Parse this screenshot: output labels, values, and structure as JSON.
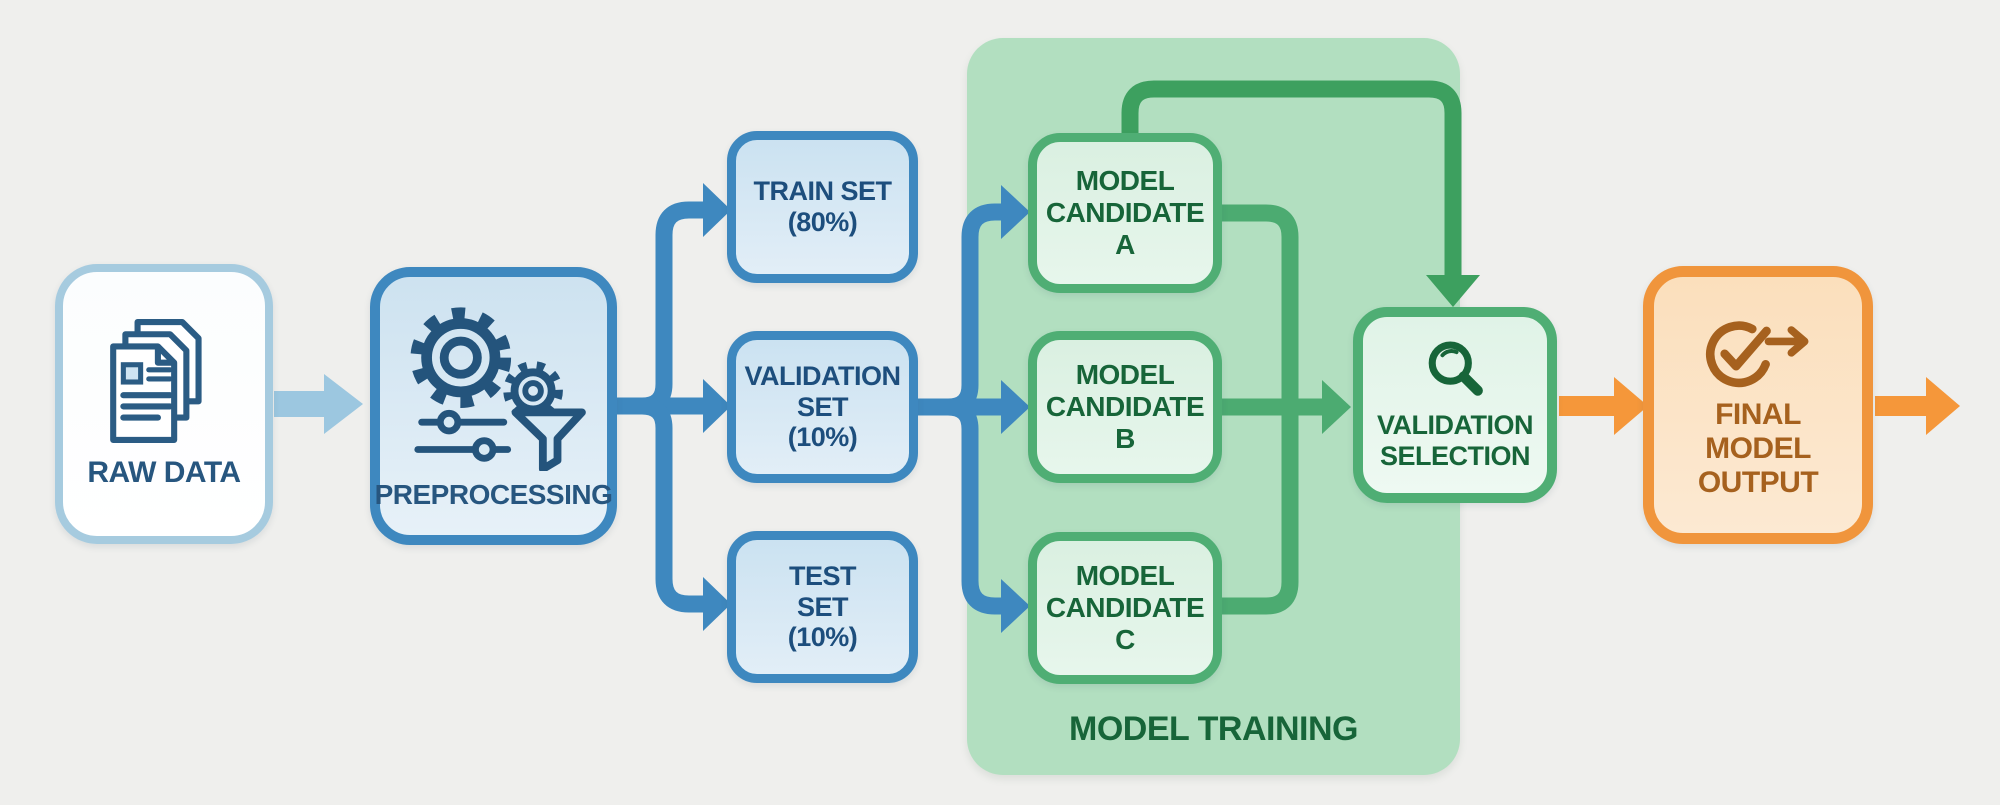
{
  "colors": {
    "canvas_bg": "#efefed",
    "blue": "#3e88bf",
    "light_blue_arrow": "#9cc7e0",
    "navy_text": "#27567f",
    "raw_border": "#a6cbdf",
    "blue_fill_a": "#cbe2f1",
    "blue_fill_b": "#e2eef7",
    "green": "#4cab71",
    "loop_green": "#3da05f",
    "green_border": "#4fae74",
    "green_region": "#b2dfc0",
    "green_fill": "#ddf1e3",
    "dark_green_text": "#176539",
    "orange": "#f5973a",
    "orange_border": "#f0953c",
    "orange_fill": "#fbe1c0",
    "brown_text": "#a6611e"
  },
  "nodes": {
    "raw_data": {
      "label": "RAW DATA",
      "icon": "documents-icon"
    },
    "preprocessing": {
      "label": "PREPROCESSING",
      "icon": "gears-funnel-icon"
    },
    "train_set": {
      "lines": [
        "TRAIN SET",
        "(80%)"
      ]
    },
    "validation_set": {
      "lines": [
        "VALIDATION",
        "SET",
        "(10%)"
      ]
    },
    "test_set": {
      "lines": [
        "TEST",
        "SET",
        "(10%)"
      ]
    },
    "model_candidate_a": {
      "lines": [
        "MODEL",
        "CANDIDATE",
        "A"
      ]
    },
    "model_candidate_b": {
      "lines": [
        "MODEL",
        "CANDIDATE",
        "B"
      ]
    },
    "model_candidate_c": {
      "lines": [
        "MODEL",
        "CANDIDATE",
        "C"
      ]
    },
    "validation_selection": {
      "lines": [
        "VALIDATION",
        "SELECTION"
      ],
      "icon": "magnifier-icon"
    },
    "final_model_output": {
      "lines": [
        "FINAL",
        "MODEL",
        "OUTPUT"
      ],
      "icon": "check-arrow-icon"
    }
  },
  "groups": {
    "model_training": {
      "label": "MODEL TRAINING"
    }
  }
}
